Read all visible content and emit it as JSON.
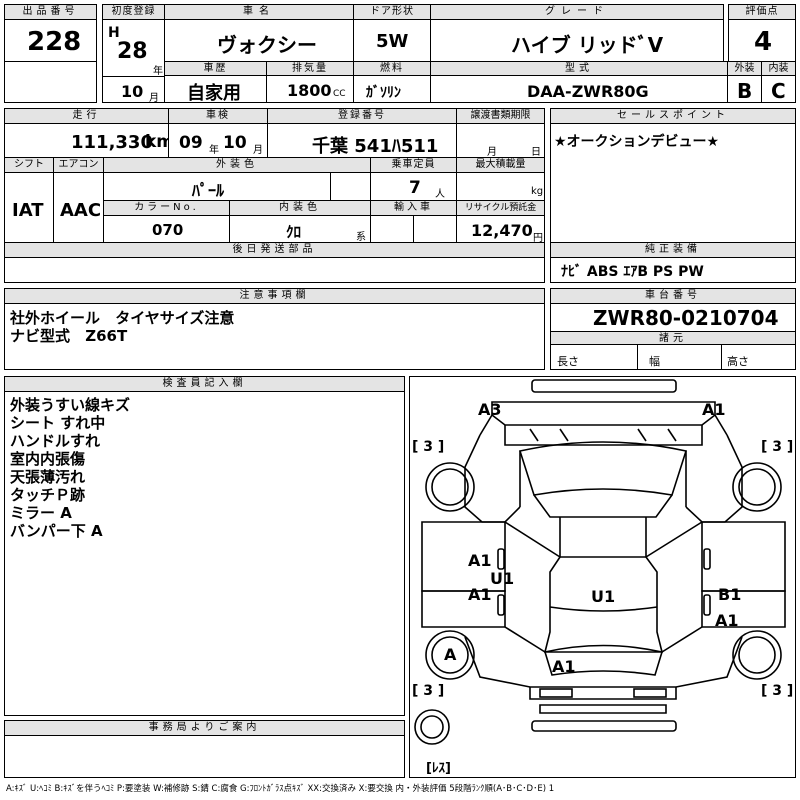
{
  "labels": {
    "lot_no": "出品番号",
    "first_reg": "初度登録",
    "car_name": "車名",
    "door": "ドア形状",
    "grade": "グレード",
    "score": "評価点",
    "history": "車歴",
    "displacement": "排気量",
    "fuel": "燃料",
    "model": "型式",
    "exterior": "外装",
    "interior": "内装",
    "mileage": "走行",
    "inspection": "車検",
    "reg_no": "登録番号",
    "transfer": "譲渡書類期限",
    "sales_point": "セールスポイント",
    "shift": "シフト",
    "aircon": "エアコン",
    "ext_color": "外装色",
    "capacity": "乗車定員",
    "max_load": "最大積載量",
    "color_no": "カラーNo.",
    "int_color": "内装色",
    "import": "輸入車",
    "recycle": "リサイクル預託金",
    "later_parts": "後日発送部品",
    "genuine": "純正装備",
    "notes": "注意事項欄",
    "chassis": "車台番号",
    "specs": "諸元",
    "length": "長さ",
    "width": "幅",
    "height": "高さ",
    "inspector": "検査員記入欄",
    "office": "事務局よりご案内"
  },
  "units": {
    "year": "年",
    "month": "月",
    "cc": "CC",
    "km": "km",
    "person": "人",
    "kg": "kg",
    "yen": "円",
    "kei": "系"
  },
  "values": {
    "lot_no": "228",
    "era": "H",
    "first_reg_year": "28",
    "first_reg_month": "10",
    "car_name": "ヴォクシー",
    "door": "5W",
    "grade": "ハイブ リッドﾞV",
    "score": "4",
    "history": "自家用",
    "displacement": "1800",
    "fuel": "ｶﾞｿﾘﾝ",
    "model": "DAA-ZWR80G",
    "exterior": "B",
    "interior": "C",
    "mileage": "111,330",
    "insp_year": "09",
    "insp_month": "10",
    "reg_no": "千葉 541ﾊ511",
    "sales_point": "★オークションデビュー★",
    "shift": "IAT",
    "aircon": "AAC",
    "ext_color": "ﾊﾟｰﾙ",
    "capacity": "7",
    "color_no": "070",
    "int_color": "ｸﾛ",
    "recycle": "12,470",
    "genuine": "ﾅﾋﾞ ABS ｴｱB PS PW",
    "chassis": "ZWR80-0210704"
  },
  "notes": [
    "社外ホイール タイヤサイズ注意",
    "ナビ型式 Z66T"
  ],
  "inspector_notes": [
    "外装うすい線キズ",
    "シート すれ中",
    "ハンドルすれ",
    "室内内張傷",
    "天張薄汚れ",
    "タッチＰ跡",
    "ミラー A",
    "バンパー下 A"
  ],
  "diagram": {
    "a3": "A3",
    "a1_tr": "A1",
    "w3_tl": "[ 3 ]",
    "w3_tr": "[ 3 ]",
    "a1_left": "A1",
    "u1_left": "U1",
    "a1_left2": "A1",
    "u1_center": "U1",
    "b1": "B1",
    "a1_right": "A1",
    "a_wheel": "A",
    "a1_bottom": "A1",
    "w3_bl": "[ 3 ]",
    "w3_br": "[ 3 ]",
    "less": "[ﾚｽ]"
  },
  "legend": "A:ｷｽﾞ U:ﾍｺﾐ B:ｷｽﾞを伴うﾍｺﾐ P:要塗装 W:補修跡 S:錆 C:腐食 G:ﾌﾛﾝﾄｶﾞﾗｽ点ｷｽﾞ XX:交換済み X:要交換 内・外装評価 5段階ﾗﾝｸ順(A･B･C･D･E) 1"
}
